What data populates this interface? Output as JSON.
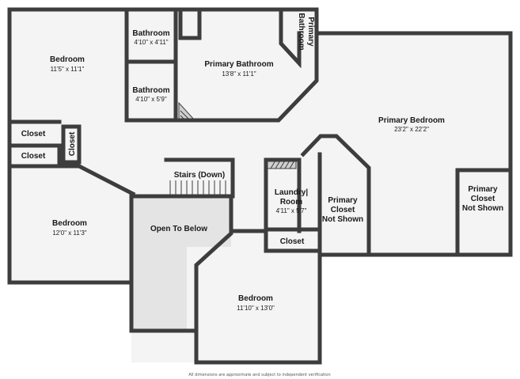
{
  "rooms": {
    "bedroom_top_left": {
      "name": "Bedroom",
      "dim": "11'5\" x 11'1\""
    },
    "bathroom_top": {
      "name": "Bathroom",
      "dim": "4'10\" x 4'11\""
    },
    "bathroom_mid": {
      "name": "Bathroom",
      "dim": "4'10\" x 5'9\""
    },
    "primary_bathroom": {
      "name": "Primary Bathroom",
      "dim": "13'8\" x 11'1\""
    },
    "primary_bathroom_small": {
      "line1": "Primary",
      "line2": "Bathroom"
    },
    "primary_bedroom": {
      "name": "Primary Bedroom",
      "dim": "23'2\" x 22'2\""
    },
    "closet_left_1": {
      "name": "Closet"
    },
    "closet_left_2": {
      "name": "Closet"
    },
    "closet_vertical": {
      "name": "Closet"
    },
    "stairs": {
      "name": "Stairs (Down)"
    },
    "bedroom_left": {
      "name": "Bedroom",
      "dim": "12'0\" x 11'3\""
    },
    "open_to_below": {
      "name": "Open To Below"
    },
    "laundry": {
      "line1": "Laundry|",
      "line2": "Room",
      "dim": "4'11\" x 5'7\""
    },
    "primary_closet_mid": {
      "line1": "Primary",
      "line2": "Closet",
      "line3": "Not Shown"
    },
    "primary_closet_right": {
      "line1": "Primary",
      "line2": "Closet",
      "line3": "Not Shown"
    },
    "closet_bottom": {
      "name": "Closet"
    },
    "bedroom_bottom": {
      "name": "Bedroom",
      "dim": "11'10\" x 13'0\""
    }
  },
  "footer": {
    "disclaimer": "All dimensions are approximate and subject to independent verification"
  }
}
